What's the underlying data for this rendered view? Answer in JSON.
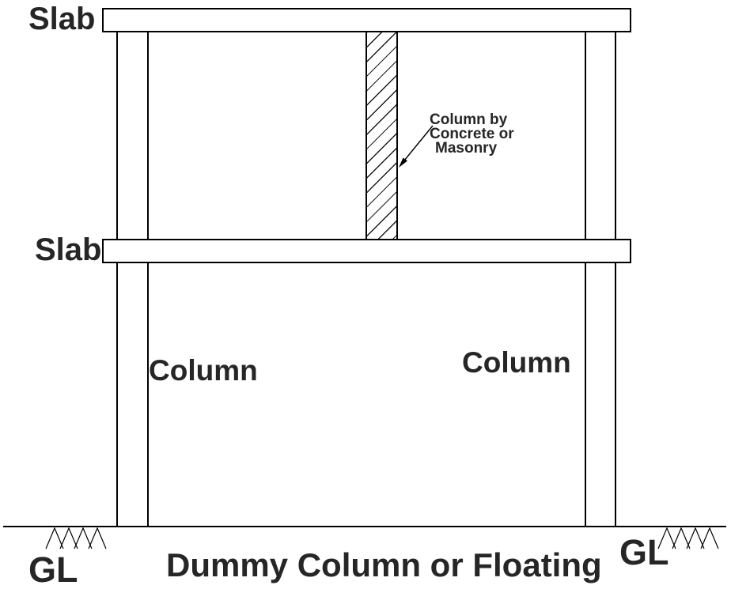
{
  "diagram": {
    "title": "Dummy Column or Floating",
    "labels": {
      "slab_top": "Slab",
      "slab_mid": "Slab",
      "column_left": "Column",
      "column_right": "Column",
      "gl_left": "GL",
      "gl_right": "GL"
    },
    "annotation": {
      "line1": "Column by",
      "line2": "Concrete or",
      "line3": "Masonry"
    },
    "colors": {
      "line": "#000000",
      "text": "#262626",
      "background": "#ffffff"
    }
  }
}
